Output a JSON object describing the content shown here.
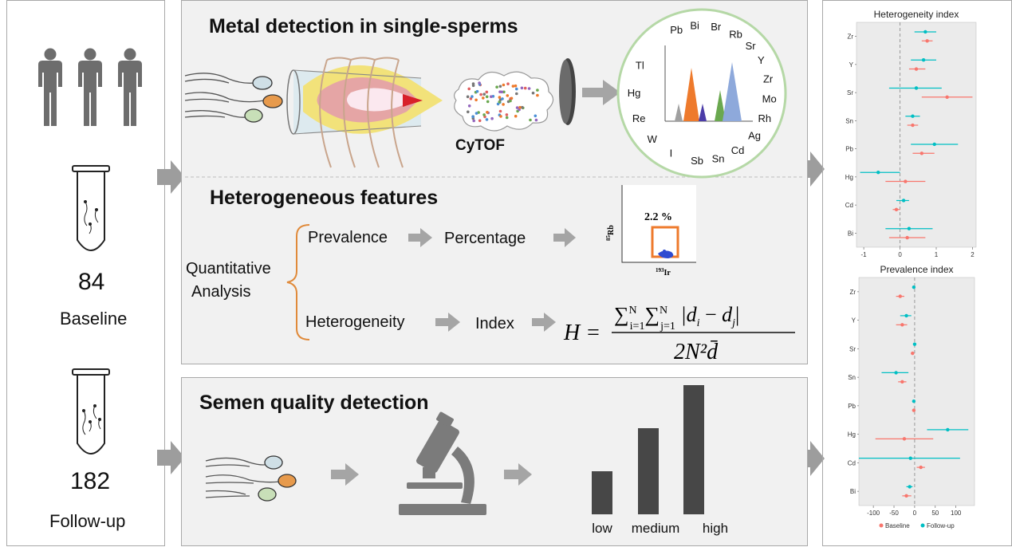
{
  "cohort": {
    "baseline_count": "84",
    "baseline_label": "Baseline",
    "followup_count": "182",
    "followup_label": "Follow-up"
  },
  "metal_detection": {
    "title": "Metal detection in single-sperms",
    "method": "CyTOF",
    "elements": [
      "Pb",
      "Bi",
      "Br",
      "Rb",
      "Sr",
      "Y",
      "Zr",
      "Mo",
      "Rh",
      "Ag",
      "Cd",
      "Sn",
      "Sb",
      "I",
      "W",
      "Re",
      "Hg",
      "Tl"
    ],
    "peak_colors": [
      "#a0a0a0",
      "#ee7a2c",
      "#4b3ca8",
      "#6aa84f",
      "#8ea9db"
    ]
  },
  "heterogeneous": {
    "title": "Heterogeneous features",
    "quant_line1": "Quantitative",
    "quant_line2": "Analysis",
    "prevalence": "Prevalence",
    "percentage": "Percentage",
    "heterogeneity": "Heterogeneity",
    "index": "Index",
    "gate_percent": "2.2 %",
    "y_axis_mass": "85",
    "y_axis_elem": "Rb",
    "x_axis_mass": "193",
    "x_axis_elem": "Ir",
    "formula_H": "H =",
    "formula_denominator": "2N²d̄"
  },
  "semen": {
    "title": "Semen quality detection",
    "bar_labels": [
      "low",
      "medium",
      "high"
    ],
    "bar_values": [
      1,
      2,
      3
    ]
  },
  "chart_data": [
    {
      "type": "scatter",
      "title": "Heterogeneity index",
      "categories": [
        "Zr",
        "Y",
        "Sr",
        "Sn",
        "Pb",
        "Hg",
        "Cd",
        "Bi"
      ],
      "xlim": [
        -1.2,
        2.1
      ],
      "ticks": [
        "-1",
        "0",
        "1",
        "2"
      ],
      "tick_values": [
        -1,
        0,
        1,
        2
      ],
      "reference_line": 0,
      "series": [
        {
          "name": "Baseline",
          "color": "#f8766d",
          "points": [
            {
              "y": "Zr",
              "x": 0.75,
              "lo": 0.6,
              "hi": 0.9
            },
            {
              "y": "Y",
              "x": 0.45,
              "lo": 0.25,
              "hi": 0.7
            },
            {
              "y": "Sr",
              "x": 1.3,
              "lo": 0.6,
              "hi": 2.0
            },
            {
              "y": "Sn",
              "x": 0.35,
              "lo": 0.2,
              "hi": 0.5
            },
            {
              "y": "Pb",
              "x": 0.6,
              "lo": 0.35,
              "hi": 0.95
            },
            {
              "y": "Hg",
              "x": 0.15,
              "lo": -0.4,
              "hi": 0.7
            },
            {
              "y": "Cd",
              "x": -0.1,
              "lo": -0.2,
              "hi": 0.0
            },
            {
              "y": "Bi",
              "x": 0.2,
              "lo": -0.3,
              "hi": 0.7
            }
          ]
        },
        {
          "name": "Follow-up",
          "color": "#00bfc4",
          "points": [
            {
              "y": "Zr",
              "x": 0.7,
              "lo": 0.4,
              "hi": 1.0
            },
            {
              "y": "Y",
              "x": 0.65,
              "lo": 0.3,
              "hi": 1.0
            },
            {
              "y": "Sr",
              "x": 0.45,
              "lo": -0.3,
              "hi": 1.15
            },
            {
              "y": "Sn",
              "x": 0.35,
              "lo": 0.15,
              "hi": 0.55
            },
            {
              "y": "Pb",
              "x": 0.95,
              "lo": 0.3,
              "hi": 1.6
            },
            {
              "y": "Hg",
              "x": -0.6,
              "lo": -1.1,
              "hi": 0.0
            },
            {
              "y": "Cd",
              "x": 0.1,
              "lo": -0.1,
              "hi": 0.25
            },
            {
              "y": "Bi",
              "x": 0.25,
              "lo": -0.4,
              "hi": 0.9
            }
          ]
        }
      ]
    },
    {
      "type": "scatter",
      "title": "Prevalence index",
      "categories": [
        "Zr",
        "Y",
        "Sr",
        "Sn",
        "Pb",
        "Hg",
        "Cd",
        "Bi"
      ],
      "xlim": [
        -135,
        145
      ],
      "ticks": [
        "-100",
        "-50",
        "0",
        "50",
        "100"
      ],
      "tick_values": [
        -100,
        -50,
        0,
        50,
        100
      ],
      "reference_line": 0,
      "legend": [
        "Baseline",
        "Follow-up"
      ],
      "series": [
        {
          "name": "Baseline",
          "color": "#f8766d",
          "points": [
            {
              "y": "Zr",
              "x": -35,
              "lo": -45,
              "hi": -25
            },
            {
              "y": "Y",
              "x": -30,
              "lo": -45,
              "hi": -18
            },
            {
              "y": "Sr",
              "x": -5,
              "lo": -9,
              "hi": -1
            },
            {
              "y": "Sn",
              "x": -30,
              "lo": -40,
              "hi": -20
            },
            {
              "y": "Pb",
              "x": -2,
              "lo": -5,
              "hi": 1
            },
            {
              "y": "Hg",
              "x": -25,
              "lo": -95,
              "hi": 45
            },
            {
              "y": "Cd",
              "x": 15,
              "lo": 5,
              "hi": 25
            },
            {
              "y": "Bi",
              "x": -20,
              "lo": -30,
              "hi": -8
            }
          ]
        },
        {
          "name": "Follow-up",
          "color": "#00bfc4",
          "points": [
            {
              "y": "Zr",
              "x": -2,
              "lo": -5,
              "hi": 1
            },
            {
              "y": "Y",
              "x": -20,
              "lo": -35,
              "hi": -8
            },
            {
              "y": "Sr",
              "x": 0,
              "lo": -3,
              "hi": 3
            },
            {
              "y": "Sn",
              "x": -45,
              "lo": -80,
              "hi": -15
            },
            {
              "y": "Pb",
              "x": -2,
              "lo": -5,
              "hi": 1
            },
            {
              "y": "Hg",
              "x": 80,
              "lo": 30,
              "hi": 130
            },
            {
              "y": "Cd",
              "x": -10,
              "lo": -135,
              "hi": 110
            },
            {
              "y": "Bi",
              "x": -12,
              "lo": -20,
              "hi": -5
            }
          ]
        }
      ]
    }
  ]
}
